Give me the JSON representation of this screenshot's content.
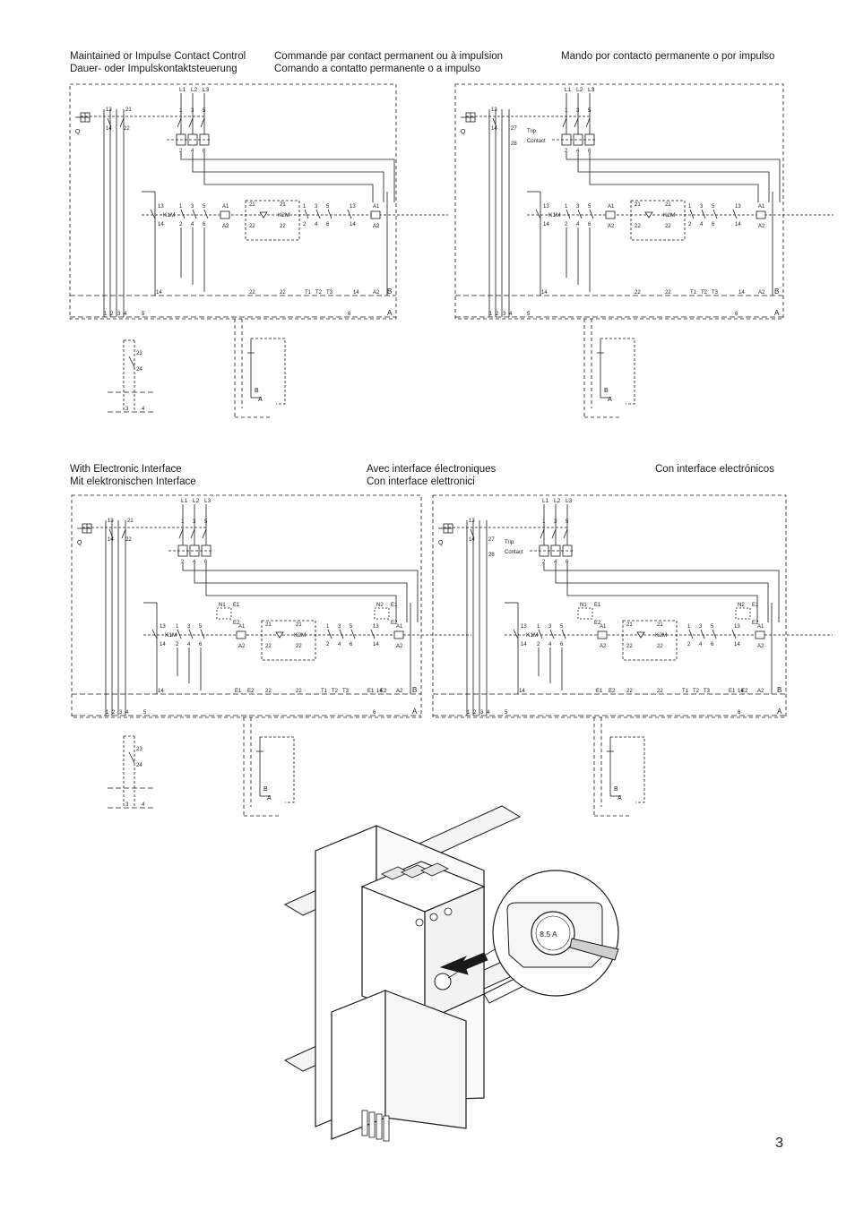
{
  "captions": {
    "top": {
      "left_1": "Maintained or Impulse Contact Control",
      "left_2": "Dauer- oder Impulskontaktsteuerung",
      "mid_1": "Commande par contact permanent ou à impulsion",
      "mid_2": "Comando a contatto permanente o a impulso",
      "right_1": "Mando por contacto permanente o por impulso"
    },
    "bottom": {
      "left_1": "With Electronic Interface",
      "left_2": "Mit elektronischen Interface",
      "mid_1": "Avec interface électroniques",
      "mid_2": "Con interface elettronici",
      "right_1": "Con interface electrónicos"
    }
  },
  "labels": {
    "phases": [
      "L1",
      "L2",
      "L3"
    ],
    "breaker": "Q",
    "k1": "K1M",
    "k2": "K2M",
    "coil_a1": "A1",
    "coil_a2": "A2",
    "n13": "13",
    "n14": "14",
    "n21": "21",
    "n22": "22",
    "n23": "23",
    "n24": "24",
    "n27": "27",
    "n28": "28",
    "t1": "T1",
    "t2": "T2",
    "t3": "T3",
    "e1": "E1",
    "e2": "E2",
    "n1": "N1",
    "n2": "N2",
    "bus_a": "A",
    "bus_b": "B",
    "trip": "Trip",
    "contact": "Contact",
    "nums": [
      "1",
      "2",
      "3",
      "4",
      "5",
      "6"
    ]
  },
  "illustration": {
    "rating": "8.5 A"
  },
  "page_number": "3"
}
